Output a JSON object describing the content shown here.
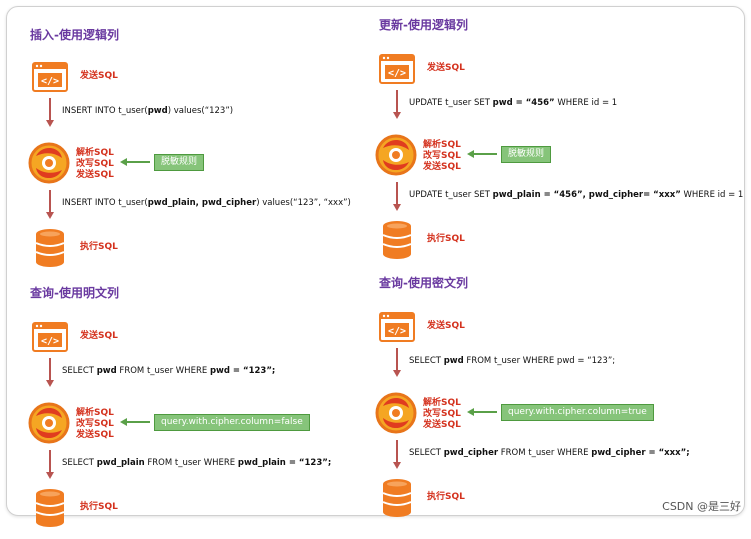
{
  "sections": [
    {
      "title": "插入-使用逻辑列",
      "send_label": "发送SQL",
      "sql1": [
        {
          "t": "INSERT INTO t_user(",
          "b": false
        },
        {
          "t": "pwd",
          "b": true
        },
        {
          "t": ") values(“123”)",
          "b": false
        }
      ],
      "proc_labels": [
        "解析SQL",
        "改写SQL",
        "发送SQL"
      ],
      "rule": "脱敏规则",
      "sql2": [
        {
          "t": "INSERT INTO t_user(",
          "b": false
        },
        {
          "t": "pwd_plain, pwd_cipher",
          "b": true
        },
        {
          "t": ") values(“123”, “xxx”)",
          "b": false
        }
      ],
      "exec_label": "执行SQL"
    },
    {
      "title": "更新-使用逻辑列",
      "send_label": "发送SQL",
      "sql1": [
        {
          "t": "UPDATE t_user SET ",
          "b": false
        },
        {
          "t": "pwd = “456”",
          "b": true
        },
        {
          "t": " WHERE id = 1",
          "b": false
        }
      ],
      "proc_labels": [
        "解析SQL",
        "改写SQL",
        "发送SQL"
      ],
      "rule": "脱敏规则",
      "sql2": [
        {
          "t": "UPDATE t_user SET ",
          "b": false
        },
        {
          "t": "pwd_plain = “456”, pwd_cipher= “xxx”",
          "b": true
        },
        {
          "t": " WHERE id = 1",
          "b": false
        }
      ],
      "exec_label": "执行SQL"
    },
    {
      "title": "查询-使用明文列",
      "send_label": "发送SQL",
      "sql1": [
        {
          "t": "SELECT ",
          "b": false
        },
        {
          "t": "pwd",
          "b": true
        },
        {
          "t": " FROM t_user WHERE ",
          "b": false
        },
        {
          "t": "pwd = “123”;",
          "b": true
        }
      ],
      "proc_labels": [
        "解析SQL",
        "改写SQL",
        "发送SQL"
      ],
      "rule": "query.with.cipher.column=false",
      "sql2": [
        {
          "t": "SELECT ",
          "b": false
        },
        {
          "t": "pwd_plain",
          "b": true
        },
        {
          "t": " FROM t_user WHERE ",
          "b": false
        },
        {
          "t": "pwd_plain = “123”;",
          "b": true
        }
      ],
      "exec_label": "执行SQL"
    },
    {
      "title": "查询-使用密文列",
      "send_label": "发送SQL",
      "sql1": [
        {
          "t": "SELECT ",
          "b": false
        },
        {
          "t": "pwd",
          "b": true
        },
        {
          "t": " FROM t_user WHERE pwd = “123”;",
          "b": false
        }
      ],
      "proc_labels": [
        "解析SQL",
        "改写SQL",
        "发送SQL"
      ],
      "rule": "query.with.cipher.column=true",
      "sql2": [
        {
          "t": "SELECT ",
          "b": false
        },
        {
          "t": "pwd_cipher",
          "b": true
        },
        {
          "t": " FROM t_user WHERE ",
          "b": false
        },
        {
          "t": "pwd_cipher = “xxx”;",
          "b": true
        }
      ],
      "exec_label": "执行SQL"
    }
  ],
  "watermark": "CSDN @是三好",
  "colors": {
    "title": "#6a3aa0",
    "label_red": "#d4321e",
    "arrow": "#b85450",
    "code_icon": "#f07c22",
    "db_icon": "#f07c22",
    "rule_fill": "#86c47a",
    "rule_arrow": "#5aa048"
  },
  "icons": {
    "send": "code-window-icon",
    "process": "shardingsphere-logo-icon",
    "execute": "database-icon"
  }
}
